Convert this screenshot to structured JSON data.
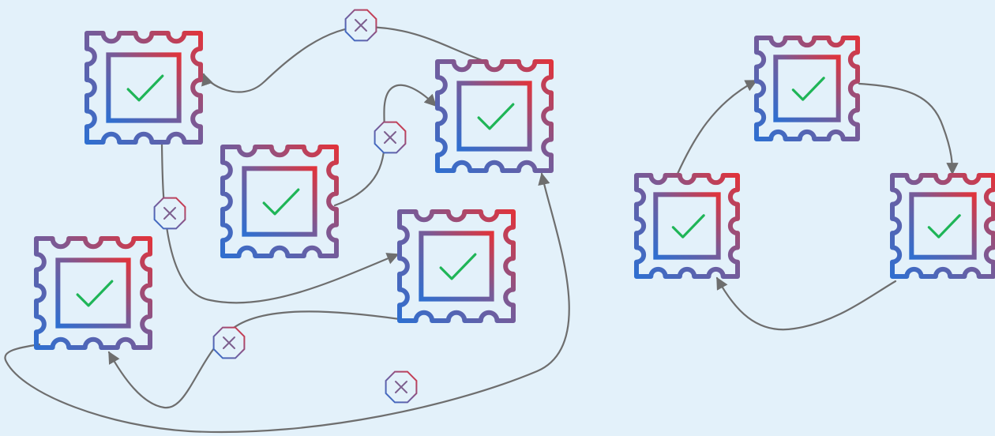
{
  "diagram": {
    "background": "#e3f1fa",
    "stamp_gradient": [
      "#2f6fd0",
      "#7a5a96",
      "#e0343c"
    ],
    "check_color": "#1fb557",
    "edge_color": "#6e6e6e",
    "left_cluster": {
      "stamps": [
        "stamp-a",
        "stamp-b",
        "stamp-c",
        "stamp-d",
        "stamp-e"
      ],
      "blocked_connections": 5
    },
    "right_cluster": {
      "stamps": [
        "stamp-f",
        "stamp-g",
        "stamp-h"
      ],
      "cycle": true
    },
    "icons": {
      "stamp": "postage-stamp-icon",
      "check": "checkmark-icon",
      "blocked": "cross-octagon-icon"
    }
  }
}
